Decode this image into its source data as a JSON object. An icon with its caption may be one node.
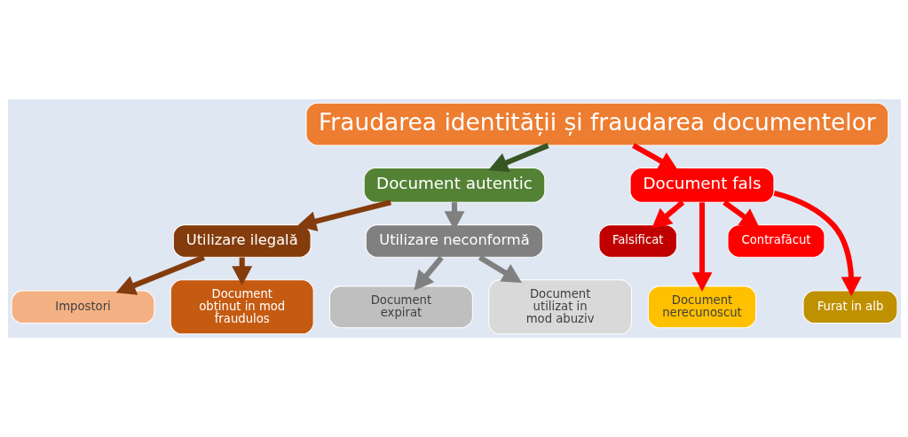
{
  "diagram": {
    "nodes": [
      {
        "text": [
          "Fraudarea identității și fraudarea documentelor"
        ]
      },
      {
        "text": [
          "Document autentic"
        ]
      },
      {
        "text": [
          "Document fals"
        ]
      },
      {
        "text": [
          "Utilizare ilegală"
        ]
      },
      {
        "text": [
          "Utilizare neconformă"
        ]
      },
      {
        "text": [
          "Impostori"
        ]
      },
      {
        "text": [
          "Document obținut in mod fraudulos"
        ]
      },
      {
        "text": [
          "Document expirat"
        ]
      },
      {
        "text": [
          "Document utilizat in mod abuziv"
        ]
      },
      {
        "text": [
          "Falsificat"
        ]
      },
      {
        "text": [
          "Document nerecunoscut"
        ]
      },
      {
        "text": [
          "Contrafăcut"
        ]
      },
      {
        "text": [
          "Furat in alb"
        ]
      }
    ],
    "edges": [
      {
        "from": 0,
        "to": 1,
        "arrow": "to",
        "color": "#375623"
      },
      {
        "from": 0,
        "to": 2,
        "arrow": "to"
      },
      {
        "from": 1,
        "to": 3,
        "arrow": "to",
        "color": "#843c0c"
      },
      {
        "from": 1,
        "to": 4,
        "arrow": "to",
        "color": "#808080"
      },
      {
        "from": 3,
        "to": 5,
        "arrow": "to",
        "color": "#843c0c"
      },
      {
        "from": 3,
        "to": 6,
        "arrow": "to",
        "color": "#843c0c"
      },
      {
        "from": 4,
        "to": 7,
        "arrow": "to",
        "color": "#808080"
      },
      {
        "from": 4,
        "to": 8,
        "arrow": "to",
        "color": "#808080"
      },
      {
        "from": 2,
        "to": 9,
        "arrow": "to"
      },
      {
        "from": 2,
        "to": 10,
        "arrow": "to"
      },
      {
        "from": 2,
        "to": 11,
        "arrow": "to"
      },
      {
        "from": 2,
        "to": 12,
        "arrow": "to"
      }
    ]
  }
}
